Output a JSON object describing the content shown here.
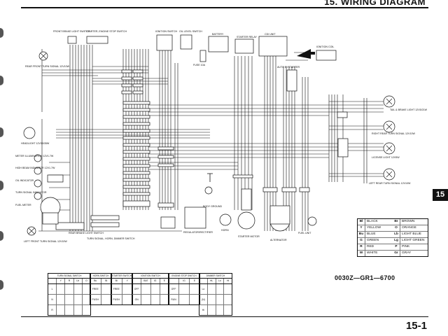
{
  "header": {
    "title": "15. WIRING DIAGRAM"
  },
  "section_tab": "15",
  "page_number": "15-1",
  "document_code": "0030Z—GR1—6700",
  "components": {
    "front_brake_switch": "FRONT BRAKE LIGHT SWITCH",
    "starter_engine_stop": "STARTER, ENGINE STOP SWITCH",
    "ignition_switch": "IGNITION SWITCH",
    "oil_level_switch": "OIL LEVEL SWITCH",
    "battery": "BATTERY",
    "starter_relay": "STARTER RELAY",
    "cdi_unit": "CDI UNIT",
    "ignition_coil": "IGNITION COIL",
    "fuse": "FUSE 10A",
    "rear_front_turn": "REAR FRONT TURN SIGNAL 12V10W",
    "headlight": "HEADLIGHT 12V35/35W",
    "meter_illum": "METER ILLUMINATION 12V1.7W",
    "high_beam_ind": "HIGH BEAM INDICATOR 12V1.7W",
    "oil_indicator": "OIL INDICATOR",
    "turn_ind": "TURN SIGNAL INDICATOR",
    "fuel_meter": "FUEL METER",
    "left_front_turn": "LEFT FRONT TURN SIGNAL 12V10W",
    "turn_horn_dimmer": "TURN SIGNAL, HORN, DIMMER SWITCH",
    "rear_brake_switch": "REAR BRAKE LIGHT SWITCH",
    "tail_brake": "TAIL & BRAKE LIGHT 12V5/21W",
    "right_rear_turn": "RIGHT REAR TURN SIGNAL 12V10W",
    "license_light": "LICENSE LIGHT 12V5W",
    "left_rear_turn": "LEFT REAR TURN SIGNAL 12V10W",
    "auto_bystarter": "AUTO BYSTARTER",
    "body_ground": "BODY GROUND",
    "regulator": "REGULATOR/RECTIFIER",
    "horn": "HORN",
    "starter_motor": "STARTER MOTOR",
    "alternator": "ALTERNATOR",
    "fuel_unit": "FUEL UNIT"
  },
  "color_legend": [
    {
      "code": "Bl",
      "name": "BLACK",
      "code2": "Br",
      "name2": "BROWN"
    },
    {
      "code": "Y",
      "name": "YELLOW",
      "code2": "O",
      "name2": "ORANGE"
    },
    {
      "code": "Bu",
      "name": "BLUE",
      "code2": "Lb",
      "name2": "LIGHT BLUE"
    },
    {
      "code": "G",
      "name": "GREEN",
      "code2": "Lg",
      "name2": "LIGHT GREEN"
    },
    {
      "code": "R",
      "name": "RED",
      "code2": "P",
      "name2": "PINK"
    },
    {
      "code": "W",
      "name": "WHITE",
      "code2": "Gr",
      "name2": "GRAY"
    }
  ],
  "switch_tables": [
    {
      "title": "TURN SIGNAL SWITCH",
      "headers": [
        "",
        "Y",
        "R",
        "Lb",
        "O"
      ],
      "rows": [
        [
          "L",
          "",
          "",
          "",
          ""
        ],
        [
          "N",
          "",
          "",
          "",
          ""
        ],
        [
          "R",
          "",
          "",
          "",
          ""
        ]
      ]
    },
    {
      "title": "HORN SWITCH",
      "headers": [
        "Bu",
        "Bl"
      ],
      "rows": [
        [
          "FREE",
          ""
        ],
        [
          "PUSH",
          ""
        ]
      ]
    },
    {
      "title": "STARTER SWITCH",
      "headers": [
        "Bl",
        "Y"
      ],
      "rows": [
        [
          "FREE",
          ""
        ],
        [
          "PUSH",
          ""
        ]
      ]
    },
    {
      "title": "IGNITION SWITCH",
      "headers": [
        "",
        "BAT",
        "IG",
        "E"
      ],
      "rows": [
        [
          "OFF",
          "",
          "",
          ""
        ],
        [
          "ON",
          "",
          "",
          ""
        ]
      ]
    },
    {
      "title": "ENGINE STOP SWITCH",
      "headers": [
        "",
        "IG",
        "E"
      ],
      "rows": [
        [
          "OFF",
          "",
          ""
        ],
        [
          "RUN",
          "",
          ""
        ]
      ]
    },
    {
      "title": "DIMMER SWITCH",
      "headers": [
        "",
        "HL",
        "Lo",
        "Hi"
      ],
      "rows": [
        [
          "Lo",
          "",
          ""
        ],
        [
          "(N)",
          "",
          ""
        ],
        [
          "Hi",
          "",
          ""
        ]
      ]
    }
  ]
}
